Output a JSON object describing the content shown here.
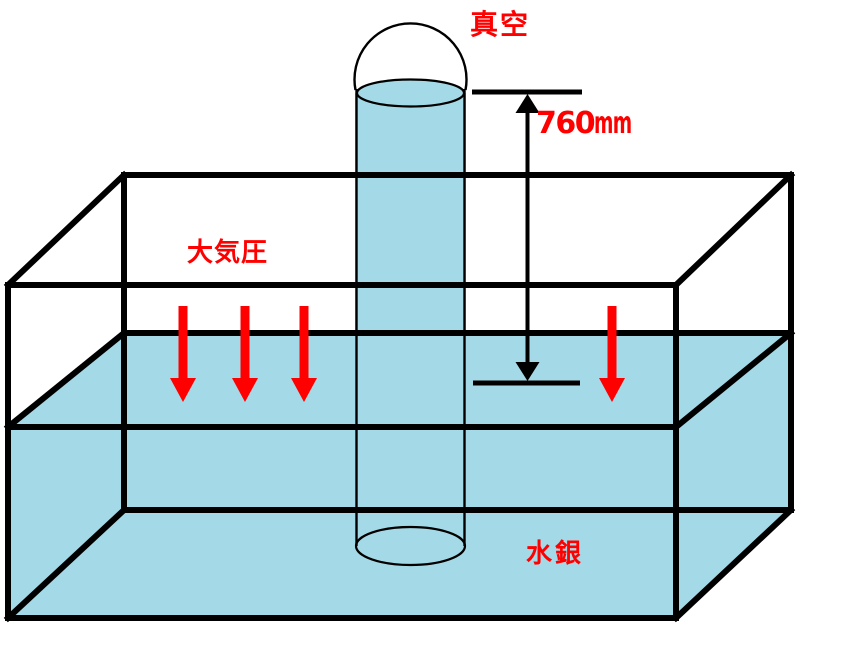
{
  "diagram": {
    "vacuum_label": "真空",
    "atmospheric_pressure_label": "大気圧",
    "mercury_label": "水銀",
    "column_height_value": "760",
    "column_height_unit": "mm"
  },
  "theme": {
    "mercury_color": "#A4DAE7",
    "line_color": "#000000",
    "text_color": "#FF0000",
    "arrow_color": "#FF0000",
    "background_color": "#FFFFFF"
  }
}
